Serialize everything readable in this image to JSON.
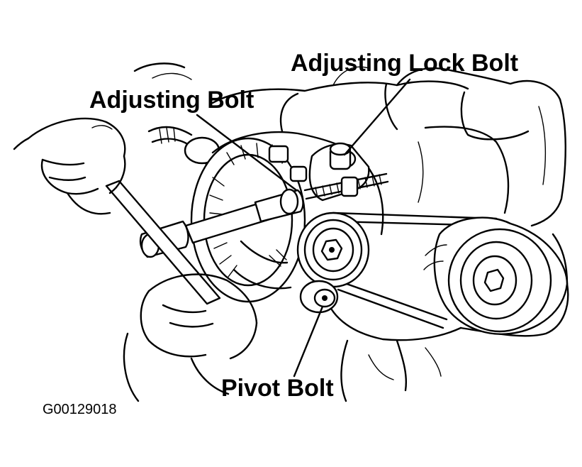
{
  "labels": {
    "adjusting_lock_bolt": "Adjusting Lock Bolt",
    "adjusting_bolt": "Adjusting Bolt",
    "pivot_bolt": "Pivot Bolt"
  },
  "figure_code": "G00129018",
  "colors": {
    "ink": "#000000",
    "paper": "#ffffff"
  }
}
